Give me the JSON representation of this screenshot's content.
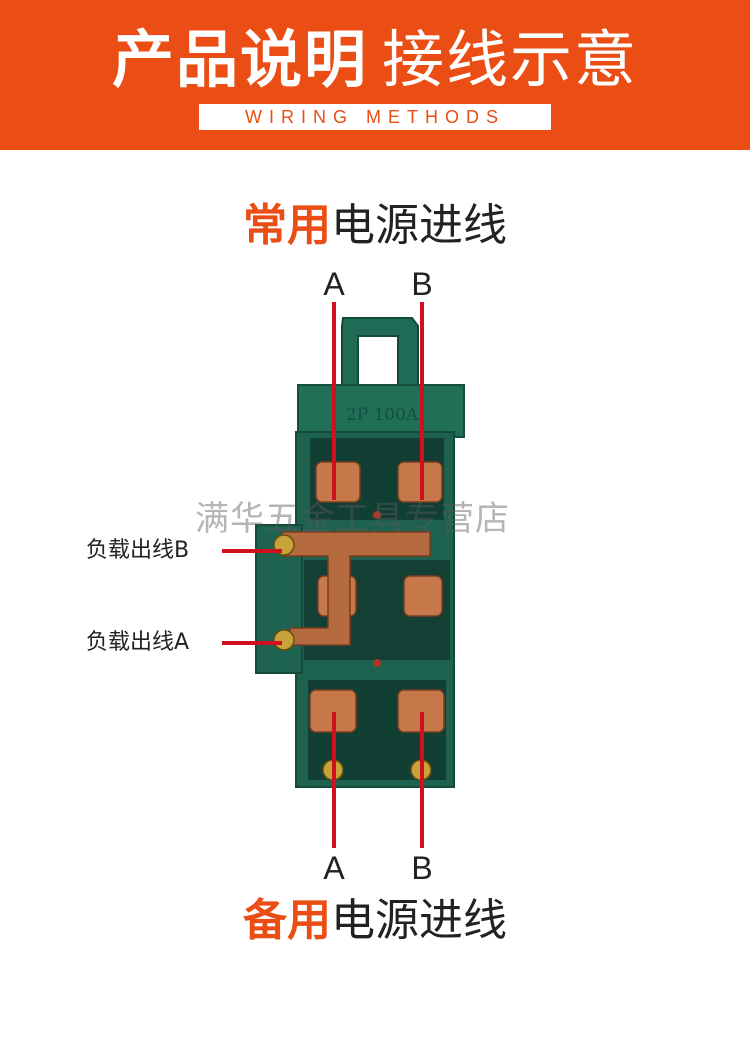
{
  "banner": {
    "title_bold": "产品说明",
    "title_light": "接线示意",
    "subtitle": "WIRING METHODS",
    "color": "#ea4e14"
  },
  "top_caption": {
    "highlight": "常用",
    "rest": "电源进线"
  },
  "bottom_caption": {
    "highlight": "备用",
    "rest": "电源进线"
  },
  "terminals": {
    "top_a": "A",
    "top_b": "B",
    "bottom_a": "A",
    "bottom_b": "B"
  },
  "device": {
    "rating": "2P 100A",
    "body_color": "#1f6b55",
    "wire_color": "#d0101e"
  },
  "load_outputs": {
    "b": "负载出线B",
    "a": "负载出线A"
  },
  "watermark": "满华五金工具专营店"
}
